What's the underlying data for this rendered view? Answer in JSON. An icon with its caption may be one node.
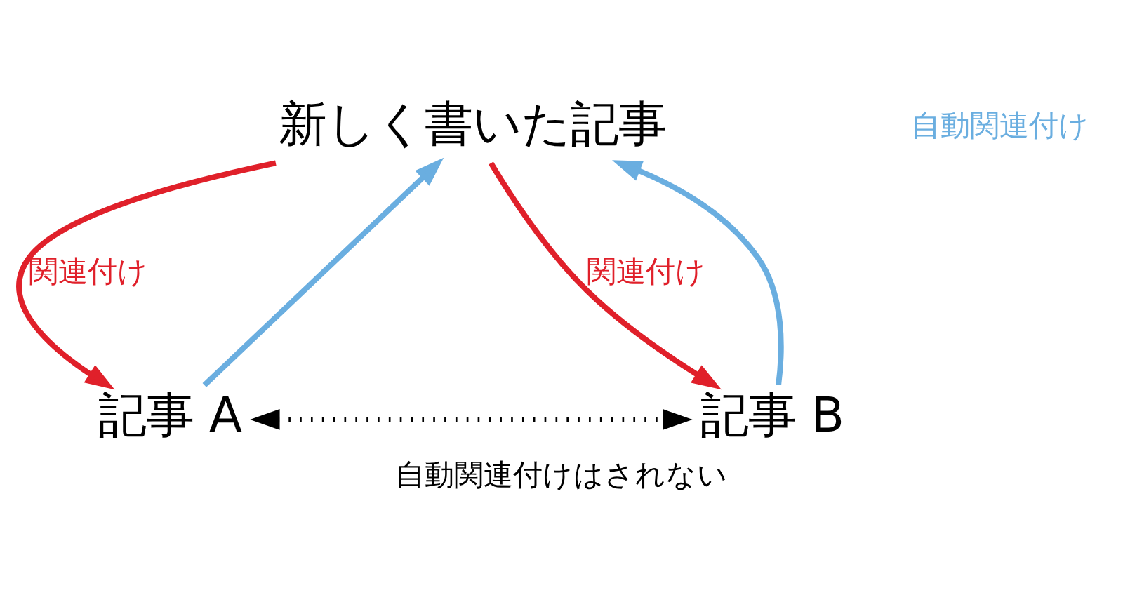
{
  "diagram": {
    "caption": "自動関連付けはされない",
    "nodes": [
      {
        "text": [
          "新しく書いた記事"
        ]
      },
      {
        "text": [
          "記事 A"
        ]
      },
      {
        "text": [
          "記事 B"
        ]
      }
    ],
    "edges": [
      {
        "from": 0,
        "to": 1,
        "arrow": "to",
        "label": "関連付け",
        "color": "#e0202a"
      },
      {
        "from": 1,
        "to": 0,
        "arrow": "to",
        "color": "#6aaee0"
      },
      {
        "from": 2,
        "to": 0,
        "arrow": "to",
        "color": "#6aaee0"
      },
      {
        "from": 0,
        "to": 2,
        "arrow": "to",
        "label": "関連付け",
        "color": "#e0202a"
      },
      {
        "from": 1,
        "to": 2,
        "arrow": "both",
        "style": "dashed",
        "color": "#000000"
      }
    ],
    "labels": [
      "自動関連付け"
    ]
  }
}
